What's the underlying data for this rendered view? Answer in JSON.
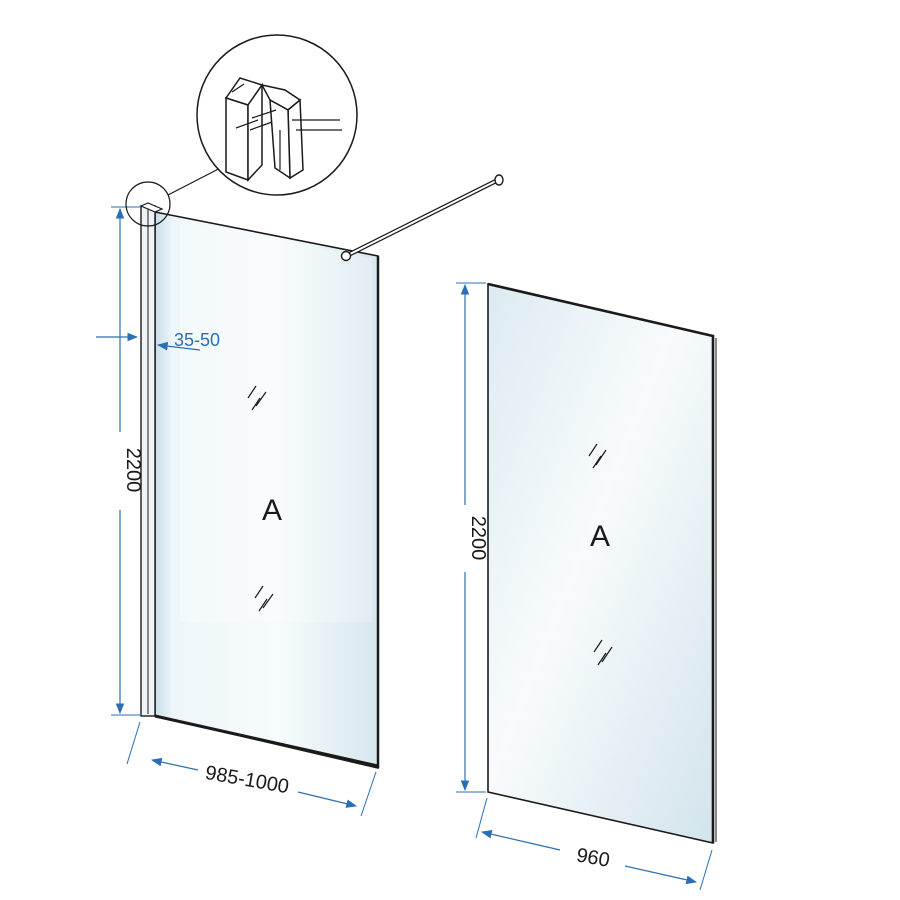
{
  "left_panel": {
    "letter": "A",
    "height_label": "2200",
    "width_label": "985-1000",
    "profile_label": "35-50"
  },
  "right_panel": {
    "letter": "A",
    "height_label": "2200",
    "width_label": "960"
  },
  "colors": {
    "dimension_line": "#2a6fb5",
    "outline": "#1a1a1a",
    "glass_light": "#f4f9fb",
    "glass_tint": "#cfe3ec"
  },
  "icons": {
    "detail_callout": "profile-detail-icon",
    "glass_marks": "glass-reflection-icon"
  }
}
